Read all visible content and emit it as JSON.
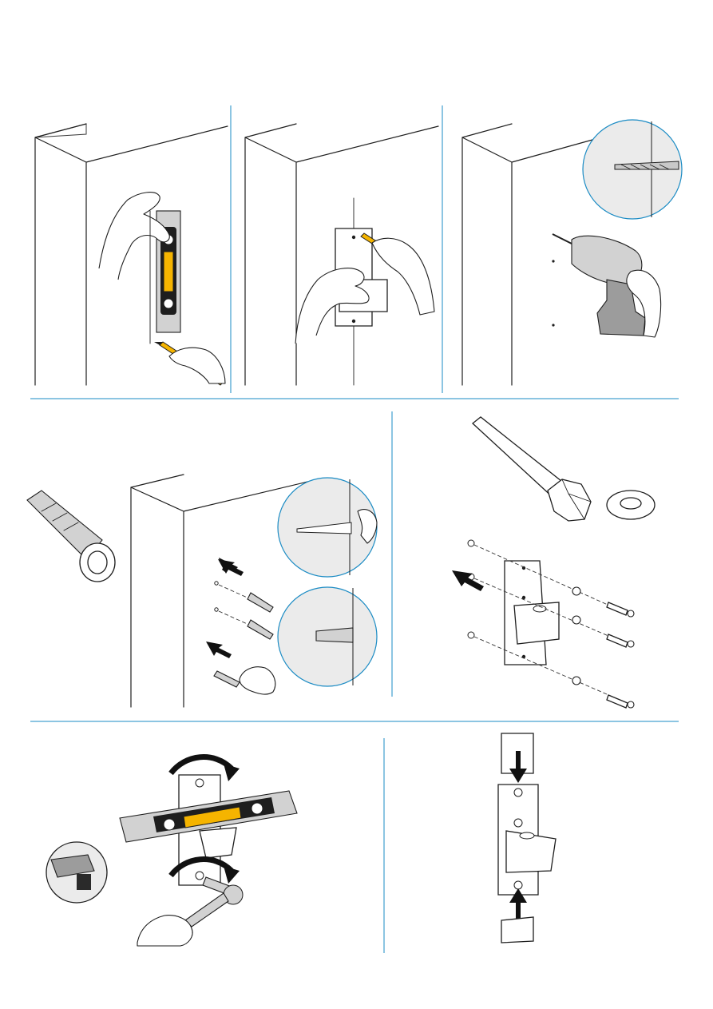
{
  "page": {
    "background": "#ffffff",
    "accent_color": "#1a8bc4",
    "line_color": "#1e1e1e",
    "level_bubble_color": "#f5b400"
  },
  "panels": [
    {
      "id": "mark-with-level",
      "icons": [
        "hand-icon",
        "spirit-level-icon",
        "pencil-icon"
      ]
    },
    {
      "id": "mark-holes",
      "icons": [
        "hand-icon",
        "mounting-plate-icon",
        "pencil-icon"
      ]
    },
    {
      "id": "drill-holes",
      "icons": [
        "drill-icon",
        "drill-bit-detail-icon"
      ]
    },
    {
      "id": "insert-wall-plugs",
      "icons": [
        "wall-plug-icon",
        "push-arrow-icon",
        "wall-plug-detail-icon"
      ]
    },
    {
      "id": "fit-bolt-and-washers",
      "icons": [
        "hex-bolt-icon",
        "washer-icon",
        "screw-icon",
        "mounting-plate-icon"
      ]
    },
    {
      "id": "level-and-tighten",
      "icons": [
        "rotate-arrow-icon",
        "spirit-level-icon",
        "ratchet-icon",
        "socket-detail-icon"
      ]
    },
    {
      "id": "fit-cover-caps",
      "icons": [
        "cover-cap-icon",
        "down-arrow-icon",
        "up-arrow-icon",
        "mounting-plate-icon"
      ]
    }
  ]
}
